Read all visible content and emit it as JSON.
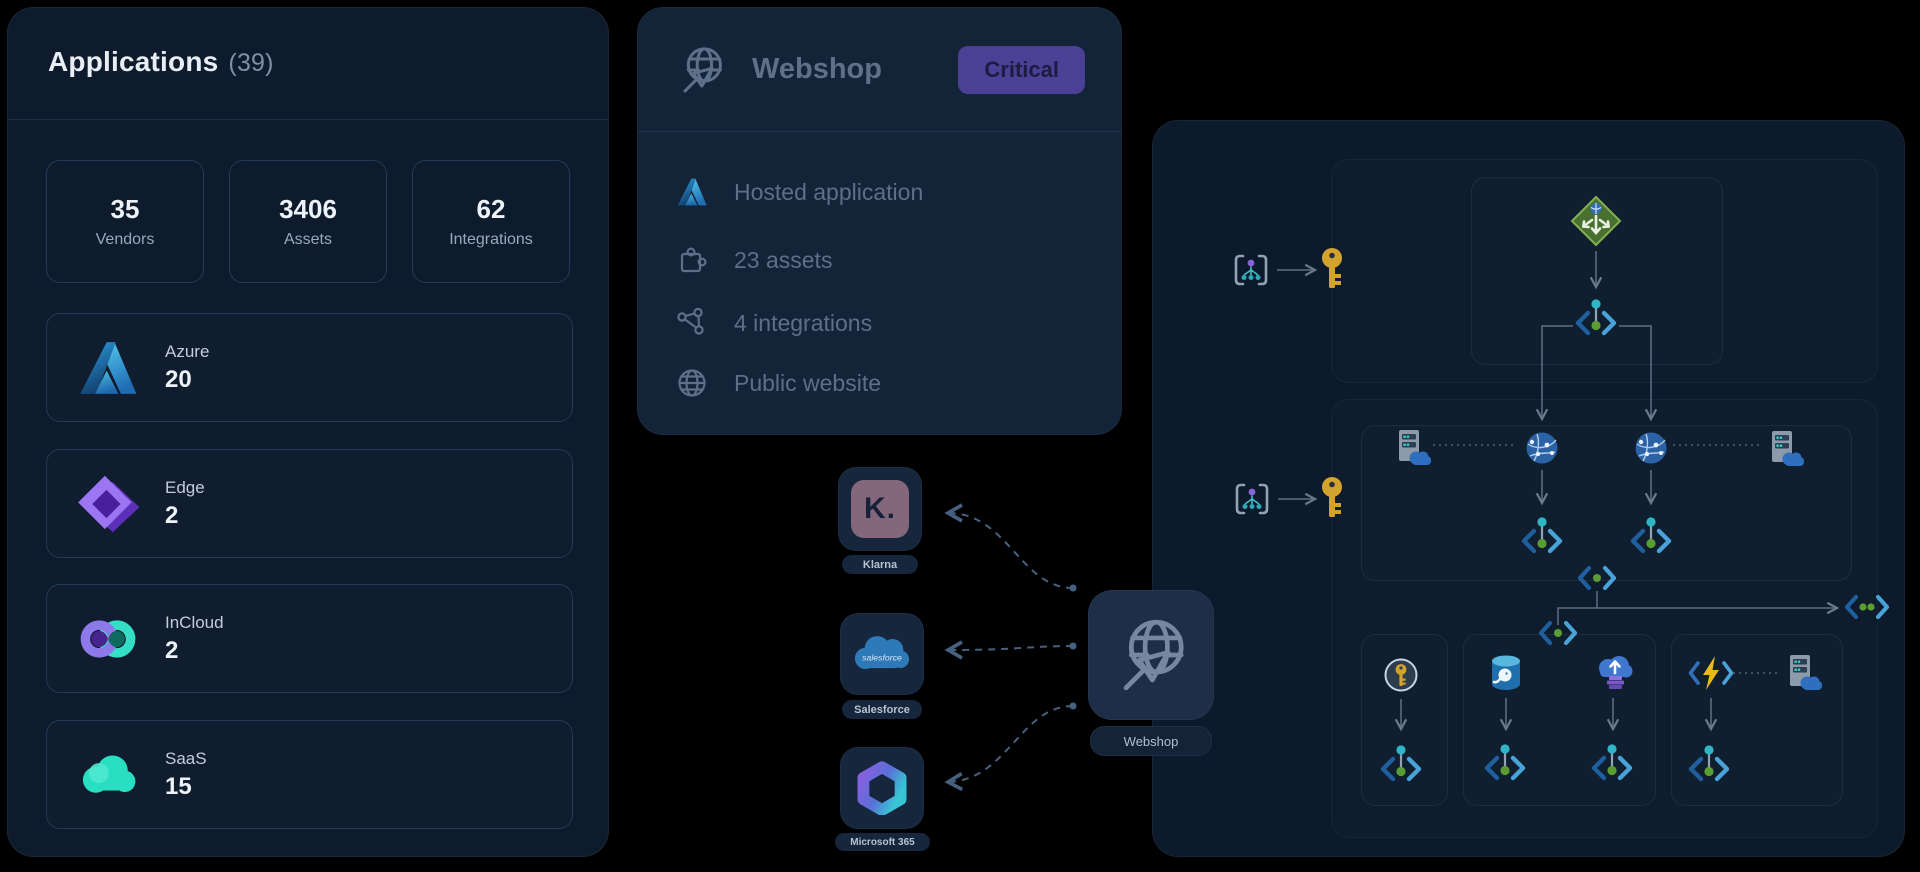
{
  "applications_panel": {
    "title": "Applications",
    "count": "(39)",
    "stats": [
      {
        "value": "35",
        "label": "Vendors"
      },
      {
        "value": "3406",
        "label": "Assets"
      },
      {
        "value": "62",
        "label": "Integrations"
      }
    ],
    "items": [
      {
        "name": "Azure",
        "value": "20",
        "icon": "azure-logo"
      },
      {
        "name": "Edge",
        "value": "2",
        "icon": "edge-logo"
      },
      {
        "name": "InCloud",
        "value": "2",
        "icon": "incloud-rings-logo"
      },
      {
        "name": "SaaS",
        "value": "15",
        "icon": "saas-cloud-logo"
      }
    ]
  },
  "webshop_panel": {
    "title": "Webshop",
    "icon": "globe-arrow-icon",
    "badge": "Critical",
    "rows": [
      {
        "icon": "azure-logo",
        "label": "Hosted application"
      },
      {
        "icon": "puzzle-icon",
        "label": "23 assets"
      },
      {
        "icon": "integration-share-icon",
        "label": "4 integrations"
      },
      {
        "icon": "globe-icon",
        "label": "Public website"
      }
    ]
  },
  "integration_nodes": [
    {
      "label": "Klarna",
      "icon": "klarna-logo",
      "logo_text": "K."
    },
    {
      "label": "Salesforce",
      "icon": "salesforce-cloud-logo",
      "logo_text": "salesforce"
    },
    {
      "label": "Microsoft 365",
      "icon": "microsoft-365-logo"
    }
  ],
  "central_node": {
    "label": "Webshop",
    "icon": "globe-arrow-icon"
  },
  "diagram": {
    "access_pairs": [
      {
        "source_icon": "directory-tree-brackets-icon",
        "target_icon": "key-icon"
      },
      {
        "source_icon": "directory-tree-brackets-icon",
        "target_icon": "key-icon"
      }
    ],
    "node_icons": [
      "traffic-routing-diamond-icon",
      "api-endpoint-icon",
      "app-service-globe-icon",
      "server-cloud-icon",
      "key-vault-icon",
      "postgresql-database-icon",
      "cloud-backup-stack-icon",
      "function-app-lightning-icon"
    ]
  },
  "colors": {
    "page_bg": "#000000",
    "apps_panel_bg": "#0e1b2c",
    "detail_panel_bg": "#132338",
    "diagram_panel_bg": "#0d1a2b",
    "badge_bg": "#4c4096",
    "badge_text": "#1a1d3f",
    "key_gold": "#d2a42e",
    "endpoint_teal": "#2fb5c6",
    "endpoint_green": "#5a9e32",
    "connector_line": "#46617f",
    "muted_text": "#5d7089"
  }
}
